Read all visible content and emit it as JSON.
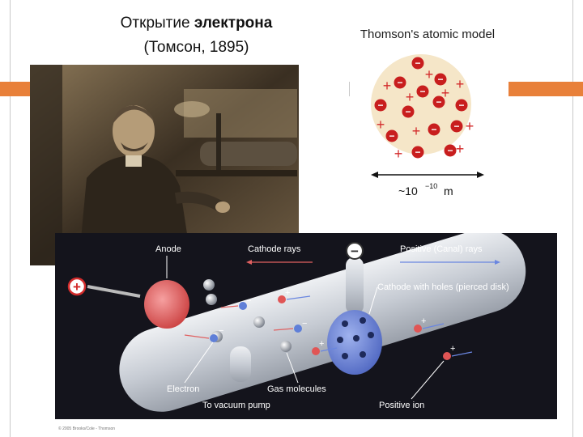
{
  "slide": {
    "title_line1_regular": "Открытие ",
    "title_line1_bold": "электрона",
    "title_line2": "(Томсон, 1895)"
  },
  "atom_model": {
    "title": "Thomson's atomic model",
    "size_label": "~10",
    "size_exponent": "−10",
    "size_unit": "m",
    "plus_sign": "+",
    "minus_sign": "−"
  },
  "tube_diagram": {
    "labels": {
      "anode": "Anode",
      "cathode_rays": "Cathode rays",
      "positive_canal_rays": "Positive (Canal) rays",
      "cathode_with_holes": "Cathode with holes (pierced disk)",
      "electron": "Electron",
      "gas_molecules": "Gas molecules",
      "to_vacuum_pump": "To vacuum pump",
      "positive_ion": "Positive ion"
    },
    "anode_terminal_sign": "+",
    "cathode_terminal_sign": "−",
    "copyright": "© 2005 Brooks/Cole - Thomson"
  },
  "colors": {
    "accent_orange": "#e8803a",
    "atom_fill": "#f5e6c8",
    "plus_red": "#d32b2b",
    "minus_red": "#c81e1e",
    "panel_bg": "#14141c",
    "tube_fill": "#d9dde3",
    "anode_red": "#e05555",
    "cathode_blue": "#6b84d6",
    "label_white": "#ffffff"
  }
}
